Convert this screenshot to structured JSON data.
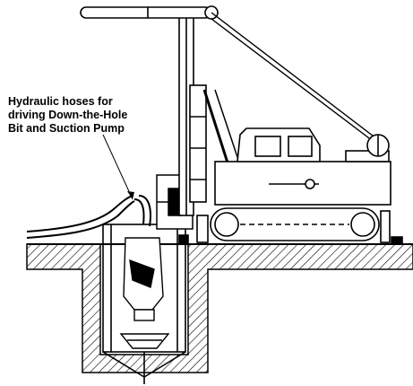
{
  "callout": {
    "lines": [
      "Hydraulic hoses for",
      "driving Down-the-Hole",
      "Bit and Suction Pump"
    ]
  },
  "colors": {
    "ink": "#000000",
    "paper": "#ffffff",
    "ground_hatch": "#000000"
  }
}
